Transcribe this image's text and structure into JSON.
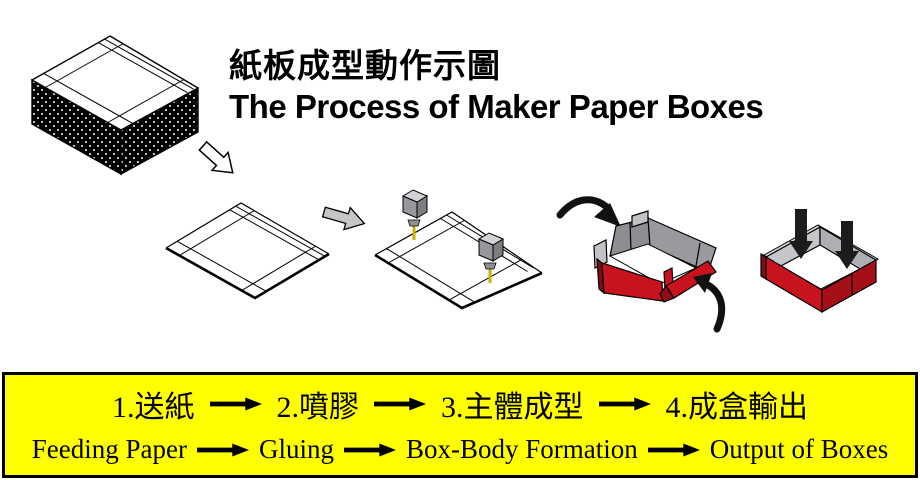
{
  "title": {
    "zh": "紙板成型動作示圖",
    "en": "The Process of Maker Paper Boxes"
  },
  "banner": {
    "bg_color": "#FFFF00",
    "steps_zh": [
      "1.送紙",
      "2.噴膠",
      "3.主體成型",
      "4.成盒輸出"
    ],
    "steps_en": [
      "Feeding Paper",
      "Gluing",
      "Box-Body Formation",
      "Output of Boxes"
    ]
  },
  "diagram": {
    "colors": {
      "box_red": "#C8121E",
      "box_red_dark": "#7E0E16",
      "wall_gray": "#9A9A9E",
      "wall_gray_light": "#C6C6CA",
      "glue_yellow": "#C8B400",
      "block_arrow_gray": "#C6C6C6",
      "stack_side": "#000000"
    }
  }
}
